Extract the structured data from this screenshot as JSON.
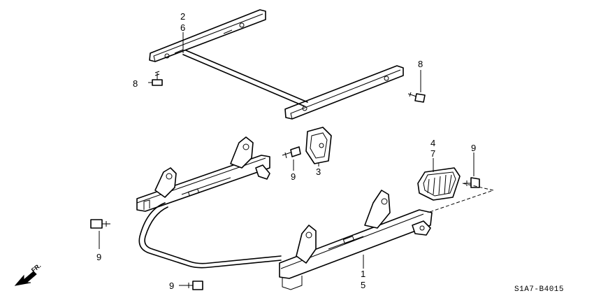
{
  "callouts": {
    "c1": "1",
    "c2": "2",
    "c3": "3",
    "c4": "4",
    "c5": "5",
    "c6": "6",
    "c7": "7",
    "c8a": "8",
    "c8b": "8",
    "c9a": "9",
    "c9b": "9",
    "c9c": "9",
    "c9d": "9"
  },
  "direction_label": "FR.",
  "diagram_code": "S1A7-B4015"
}
